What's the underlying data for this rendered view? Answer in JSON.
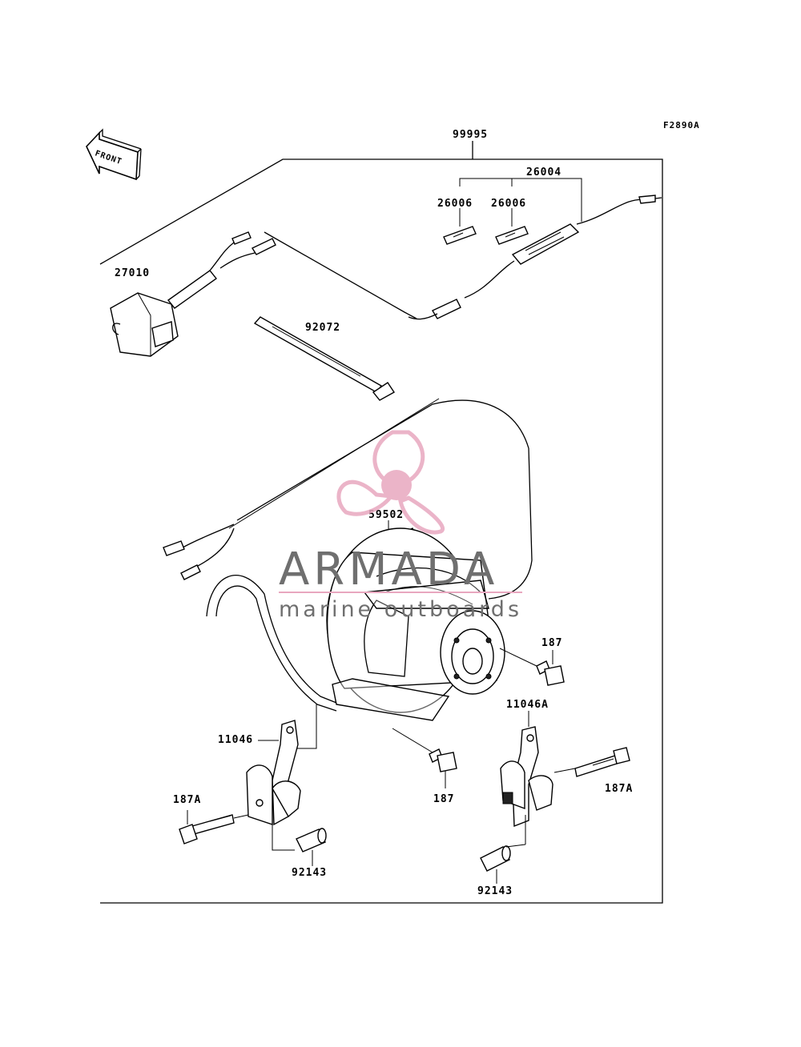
{
  "figure_code": "F2890A",
  "front_label": "FRONT",
  "parts": {
    "kit": "99995",
    "fuse_holder_harness": "26004",
    "fuse_left": "26006",
    "fuse_right": "26006",
    "switch": "27010",
    "cable_tie": "92072",
    "fan_assembly": "59502",
    "bolt_right": "187",
    "bolt_lower": "187",
    "bracket_right": "11046A",
    "bracket_left": "11046",
    "long_bolt_left": "187A",
    "long_bolt_right": "187A",
    "collar_left": "92143",
    "collar_right": "92143"
  },
  "watermark": {
    "title": "ARMADA",
    "subtitle": "marine outboards",
    "color_primary": "#e8a7bf",
    "color_text": "#6f6f6f"
  }
}
